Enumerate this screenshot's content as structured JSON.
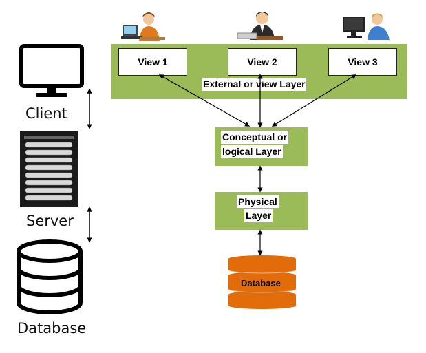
{
  "side": {
    "client_label": "Client",
    "server_label": "Server",
    "database_label": "Database"
  },
  "layers": {
    "views": [
      "View 1",
      "View 2",
      "View 3"
    ],
    "external_label": "External or view Layer",
    "conceptual_line1": "Conceptual or",
    "conceptual_line2": "logical Layer",
    "physical_line1": "Physical",
    "physical_line2": "Layer",
    "database_label": "Database"
  },
  "colors": {
    "layer_green": "#9bbb59",
    "database_orange": "#e36c0a"
  },
  "icons": [
    "monitor-icon",
    "server-rack-icon",
    "database-icon",
    "user-at-laptop-icon",
    "user-at-desktop-icon"
  ]
}
